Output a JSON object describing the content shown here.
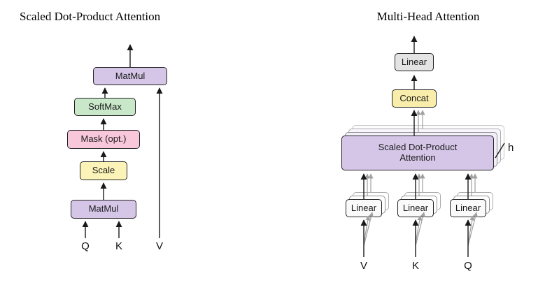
{
  "left_diagram": {
    "title": "Scaled Dot-Product Attention",
    "boxes": {
      "matmul_top": "MatMul",
      "softmax": "SoftMax",
      "mask": "Mask (opt.)",
      "scale": "Scale",
      "matmul_bottom": "MatMul"
    },
    "inputs": {
      "q": "Q",
      "k": "K",
      "v": "V"
    }
  },
  "right_diagram": {
    "title": "Multi-Head Attention",
    "boxes": {
      "linear_out": "Linear",
      "concat": "Concat",
      "sdpa": "Scaled Dot-Product Attention",
      "linear_v": "Linear",
      "linear_k": "Linear",
      "linear_q": "Linear"
    },
    "head_count_label": "h",
    "inputs": {
      "v": "V",
      "k": "K",
      "q": "Q"
    }
  },
  "colors": {
    "matmul_fill": "#d5c6e8",
    "softmax_fill": "#c9e8c9",
    "mask_fill": "#f8c8da",
    "scale_fill": "#fbf3b8",
    "concat_fill": "#f8edaa",
    "linear_out_fill": "#e4e4e4",
    "linear_fill": "#fafafa",
    "sdpa_fill": "#d5c6e8",
    "border": "#222222",
    "arrow": "#1a1a1a",
    "arrow_gray": "#a0a0a0"
  }
}
